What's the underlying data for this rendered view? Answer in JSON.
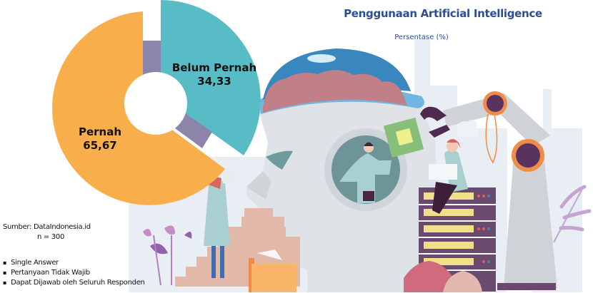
{
  "header": {
    "title": "Penggunaan Artificial Intelligence",
    "subtitle": "Persentase (%)"
  },
  "labels": {
    "belum_pernah": {
      "name": "Belum Pernah",
      "value": "34,33"
    },
    "pernah": {
      "name": "Pernah",
      "value": "65,67"
    }
  },
  "footer": {
    "source": "Sumber: DataIndonesia.id",
    "sample": "n = 300",
    "notes": [
      "Single Answer",
      "Pertanyaan Tidak Wajib",
      "Dapat Dijawab oleh Seluruh Responden"
    ]
  },
  "colors": {
    "pernah": "#f8ae4a",
    "belum_pernah": "#58bcc7",
    "inner_ring": "#8c84a9",
    "title": "#2b4f93"
  },
  "chart_data": {
    "type": "pie",
    "title": "Penggunaan Artificial Intelligence",
    "subtitle": "Persentase (%)",
    "categories": [
      "Pernah",
      "Belum Pernah"
    ],
    "values": [
      65.67,
      34.33
    ],
    "unit": "%",
    "donut": true,
    "exploded": true,
    "legend": "data labels on slices",
    "source": "DataIndonesia.id",
    "n": 300
  }
}
